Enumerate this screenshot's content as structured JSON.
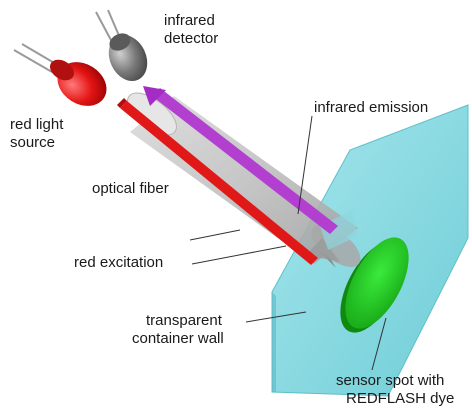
{
  "labels": {
    "infrared_detector_line1": "infrared",
    "infrared_detector_line2": "detector",
    "red_light_source_line1": "red light",
    "red_light_source_line2": "source",
    "infrared_emission": "infrared emission",
    "optical_fiber": "optical fiber",
    "red_excitation": "red excitation",
    "container_wall_line1": "transparent",
    "container_wall_line2": "container wall",
    "sensor_spot_line1": "sensor spot with",
    "sensor_spot_line2": "REDFLASH dye"
  },
  "colors": {
    "red_light": "#e01818",
    "infrared_arrow": "#b23fd0",
    "sensor_spot": "#1fc21f",
    "container_wall": "#7fd8e0",
    "fiber": "#c9c9c9",
    "detector": "#7a7a7a"
  }
}
